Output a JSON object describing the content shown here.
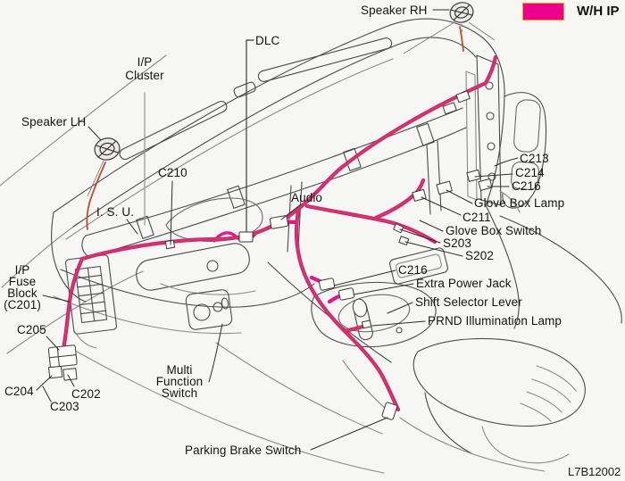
{
  "legend": {
    "label": "W/H IP",
    "swatch_color": "#ec008c"
  },
  "diagram_code": "L7B12002",
  "colors": {
    "harness": "#e8128c",
    "harness_core": "#a8612f",
    "thin_wire": "#bf4e2b",
    "line_art": "#4a4a4a"
  },
  "labels": {
    "speaker_rh": "Speaker RH",
    "dlc": "DLC",
    "ip_cluster": "I/P\nCluster",
    "speaker_lh": "Speaker LH",
    "c210": "C210",
    "isu": "I. S. U.",
    "audio": "Audio",
    "c213": "C213",
    "c214": "C214",
    "c216_upper": "C216",
    "glove_box_lamp": "Glove Box Lamp",
    "c211": "C211",
    "glove_box_switch": "Glove Box Switch",
    "s203": "S203",
    "s202": "S202",
    "c216_mid": "C216",
    "extra_power_jack": "Extra Power Jack",
    "shift_selector_lever": "Shift Selector Lever",
    "prnd_illumination_lamp": "PRND Illumination Lamp",
    "ip_fuse_block": "I/P\nFuse\nBlock\n(C201)",
    "c205": "C205",
    "c204": "C204",
    "c202": "C202",
    "c203": "C203",
    "multi_function_switch": "Multi\nFunction\nSwitch",
    "parking_brake_switch": "Parking Brake Switch"
  }
}
